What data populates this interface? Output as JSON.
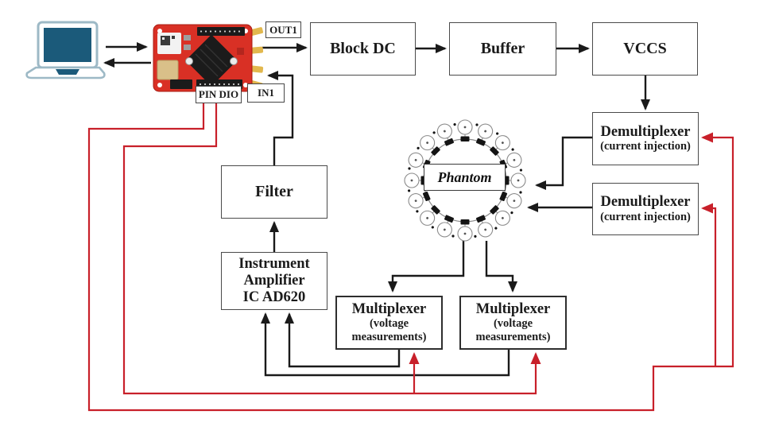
{
  "colors": {
    "wire_signal": "#1a1a1a",
    "wire_control": "#c8202a",
    "board_red": "#d93025",
    "board_dark": "#1b1b1b",
    "pin_gold": "#e2b84e",
    "laptop_outline": "#9db9c6",
    "laptop_screen": "#1b5a7a"
  },
  "labels": {
    "out1": "OUT1",
    "in1": "IN1",
    "pin_dio": "PIN DIO"
  },
  "blocks": {
    "block_dc": {
      "title": "Block DC"
    },
    "buffer": {
      "title": "Buffer"
    },
    "vccs": {
      "title": "VCCS"
    },
    "demux_top": {
      "title": "Demultiplexer",
      "subtitle": "(current injection)"
    },
    "demux_bottom": {
      "title": "Demultiplexer",
      "subtitle": "(current injection)"
    },
    "phantom": {
      "title": "Phantom",
      "electrode_count": 16
    },
    "mux_left": {
      "title": "Multiplexer",
      "subtitle_lines": [
        "(voltage",
        "measurements)"
      ]
    },
    "mux_right": {
      "title": "Multiplexer",
      "subtitle_lines": [
        "(voltage",
        "measurements)"
      ]
    },
    "filter": {
      "title": "Filter"
    },
    "instrument_amplifier": {
      "lines": [
        "Instrument",
        "Amplifier",
        "IC AD620"
      ]
    }
  }
}
